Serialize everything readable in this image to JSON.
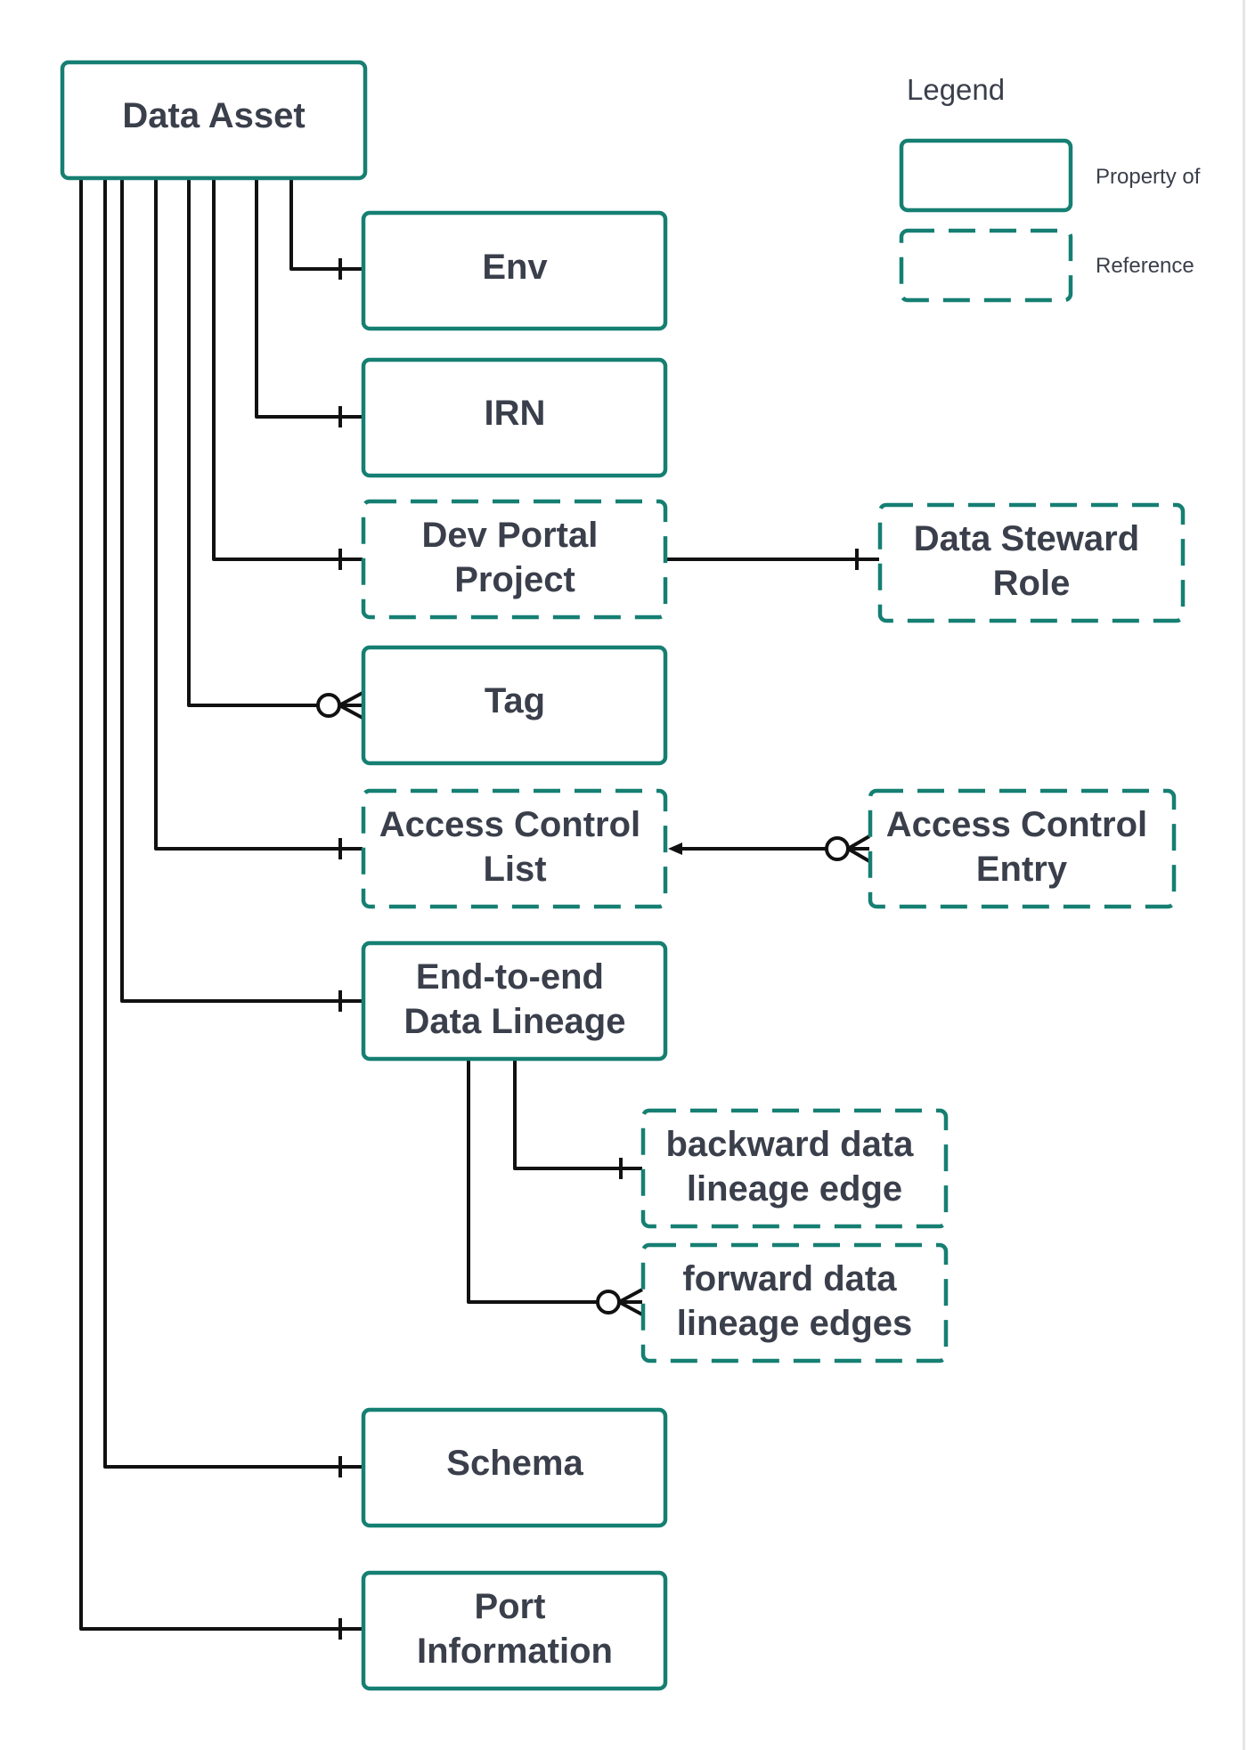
{
  "legend": {
    "title": "Legend",
    "property_label": "Property of",
    "reference_label": "Reference"
  },
  "nodes": {
    "data_asset": "Data Asset",
    "env": "Env",
    "irn": "IRN",
    "dev_portal_project": [
      "Dev Portal",
      "Project"
    ],
    "data_steward_role": [
      "Data Steward",
      "Role"
    ],
    "tag": "Tag",
    "access_control_list": [
      "Access Control",
      "List"
    ],
    "access_control_entry": [
      "Access Control",
      "Entry"
    ],
    "data_lineage": [
      "End-to-end",
      "Data Lineage"
    ],
    "backward_edge": [
      "backward data",
      "lineage edge"
    ],
    "forward_edges": [
      "forward data",
      "lineage edges"
    ],
    "schema": "Schema",
    "port_information": [
      "Port",
      "Information"
    ]
  },
  "colors": {
    "box_border": "#157f72",
    "line": "#111111",
    "text": "#3a3f4b"
  }
}
